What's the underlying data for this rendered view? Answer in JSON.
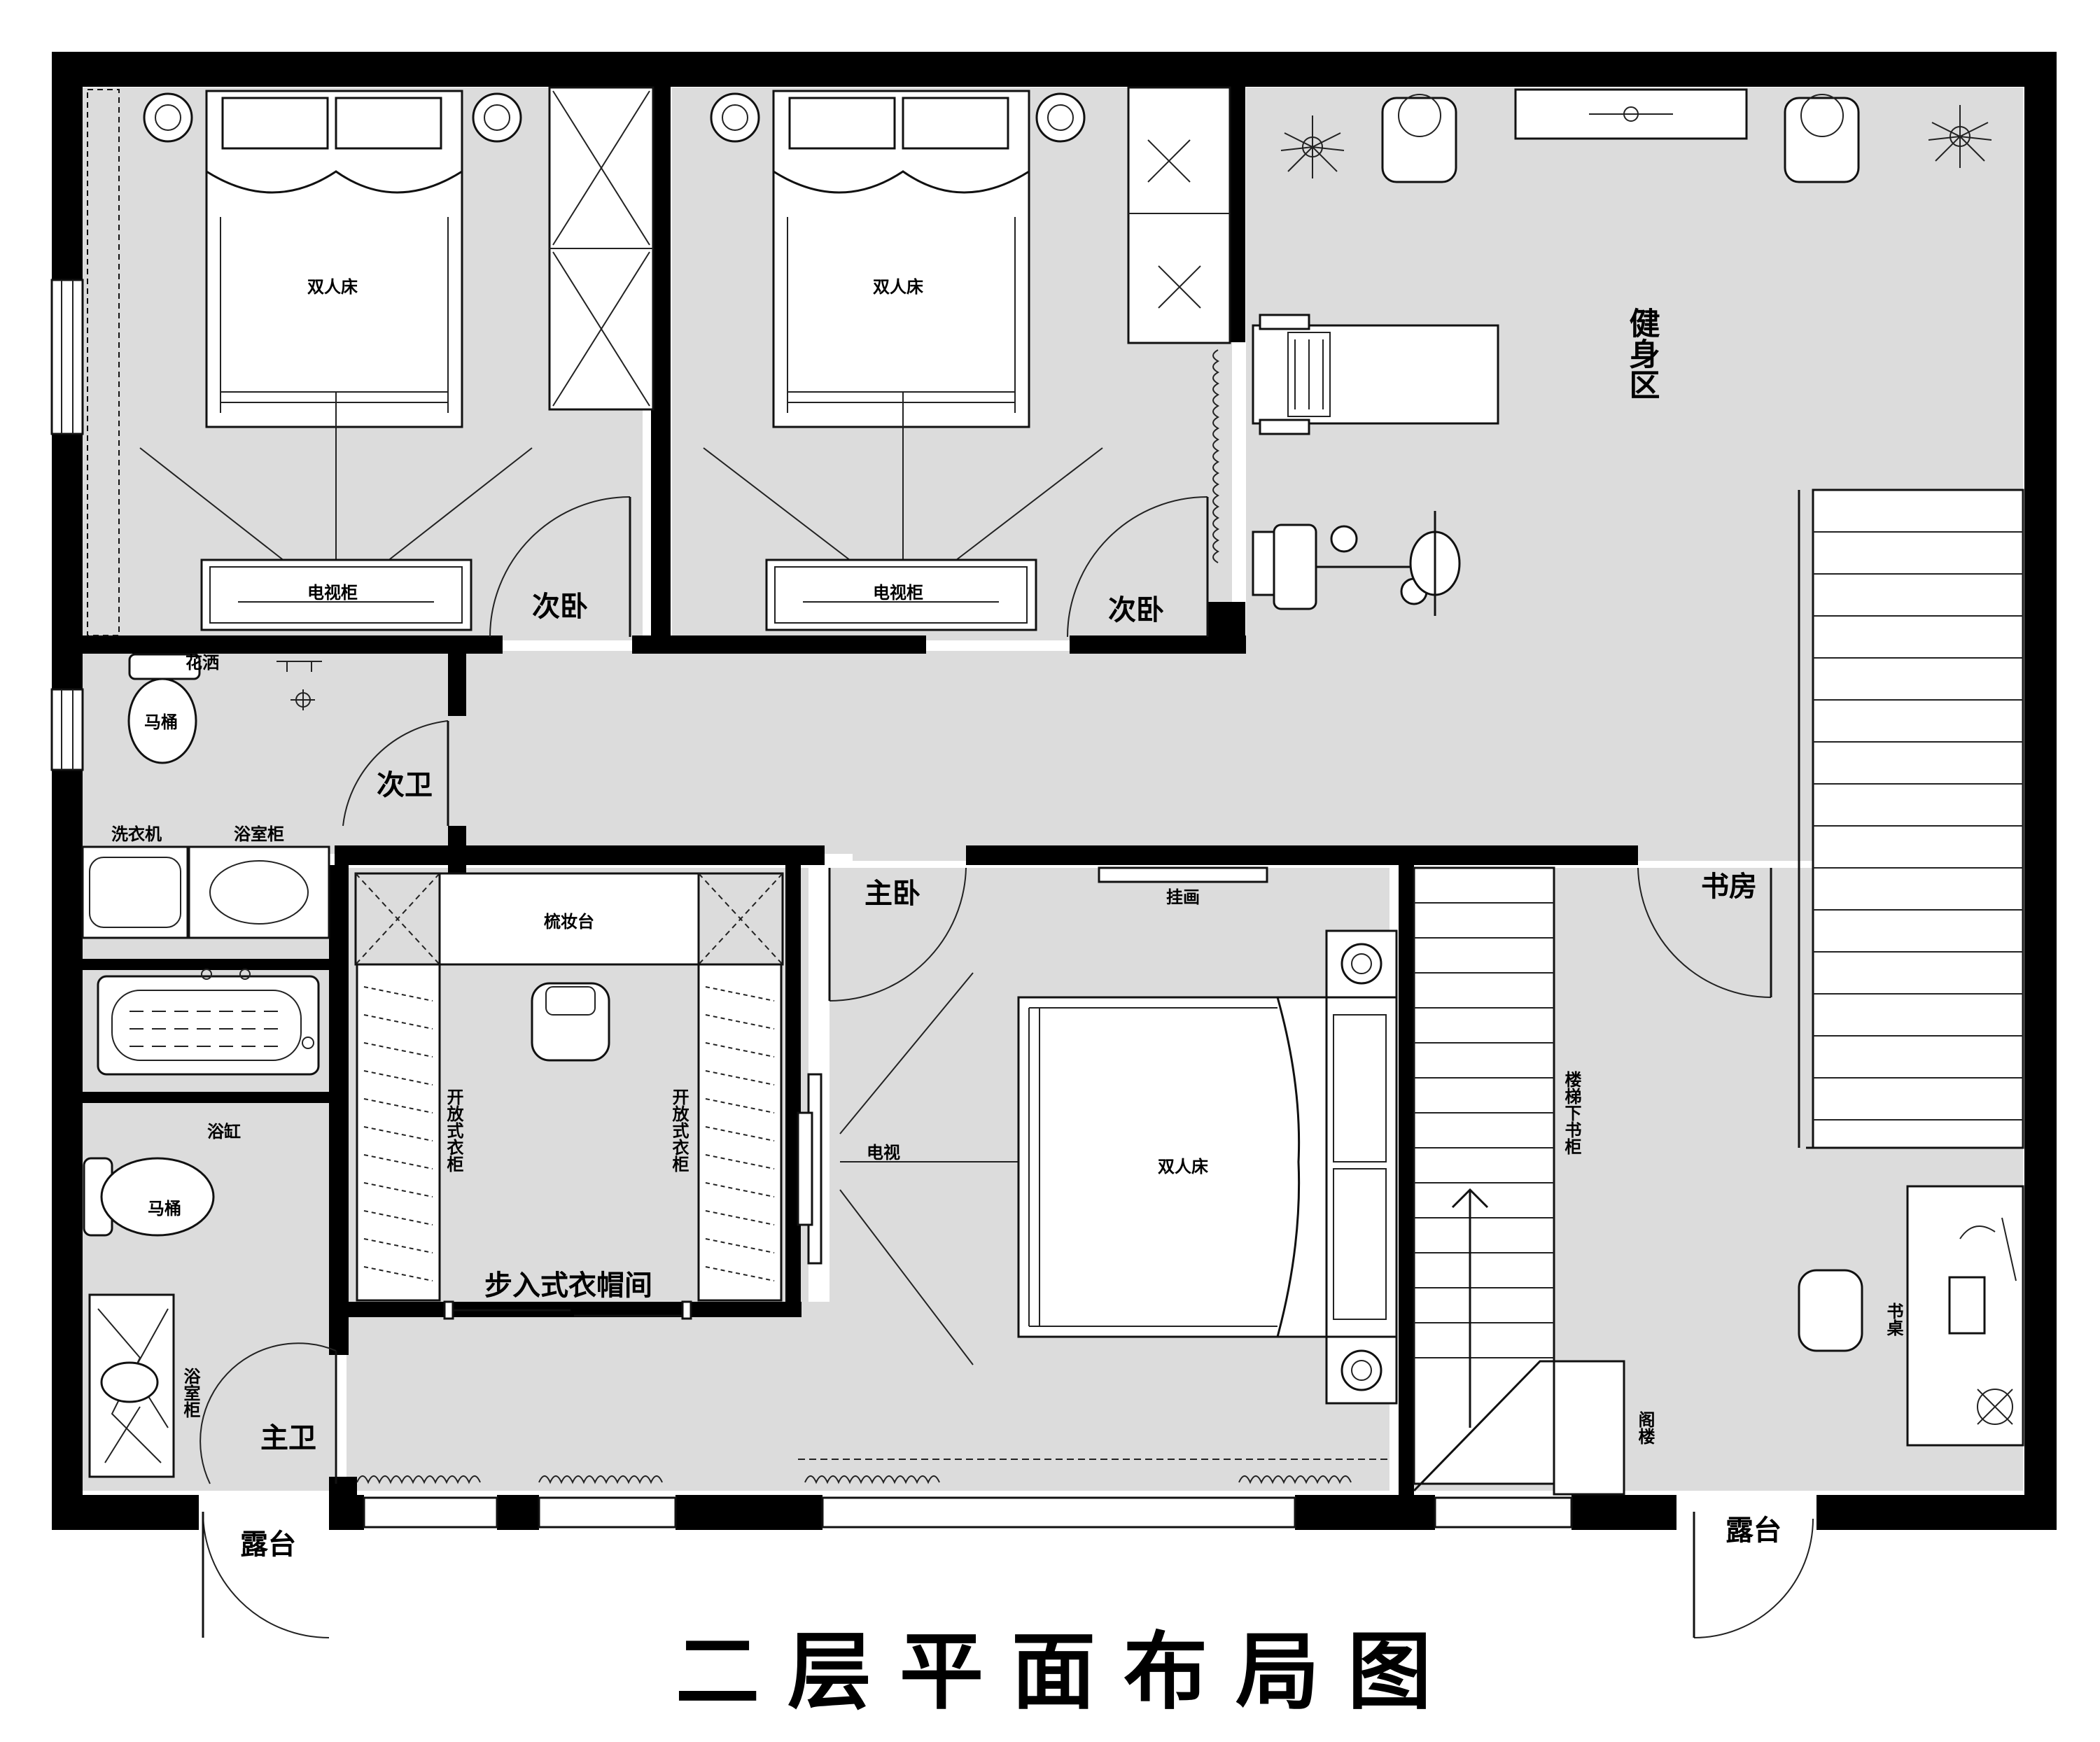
{
  "title": "二层平面布局图",
  "rooms": {
    "secondary_bedroom_1": "次卧",
    "secondary_bedroom_2": "次卧",
    "gym": "健身区",
    "secondary_bath": "次卫",
    "master_bedroom": "主卧",
    "study": "书房",
    "master_bath": "主卫",
    "walk_in_closet": "步入式衣帽间",
    "terrace_left": "露台",
    "terrace_right": "露台",
    "attic": "阁楼"
  },
  "furniture": {
    "double_bed_1": "双人床",
    "double_bed_2": "双人床",
    "double_bed_master": "双人床",
    "tv_cabinet_1": "电视柜",
    "tv_cabinet_2": "电视柜",
    "shower": "花洒",
    "toilet_1": "马桶",
    "toilet_2": "马桶",
    "washing_machine": "洗衣机",
    "bath_cabinet_1": "浴室柜",
    "bath_cabinet_2": "浴室柜",
    "bathtub": "浴缸",
    "dressing_table": "梳妆台",
    "open_wardrobe_1": "开放式衣柜",
    "open_wardrobe_2": "开放式衣柜",
    "painting": "挂画",
    "tv": "电视",
    "bookcase_under_stairs": "楼梯下书柜",
    "desk": "书桌"
  }
}
